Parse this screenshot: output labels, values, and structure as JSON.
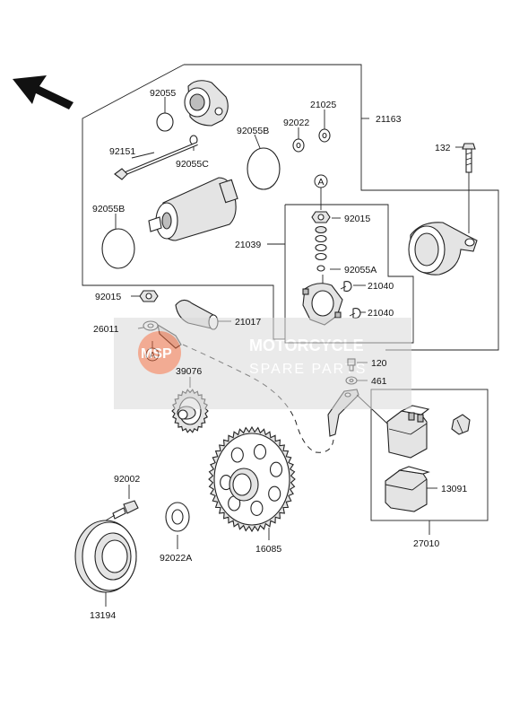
{
  "parts": {
    "p92055": "92055",
    "p21025": "21025",
    "p21163": "21163",
    "p92022": "92022",
    "p92151": "92151",
    "p92055C": "92055C",
    "p92055B_a": "92055B",
    "p92055B_b": "92055B",
    "p132": "132",
    "pA_top": "A",
    "p92015_a": "92015",
    "p21039": "21039",
    "p92055A": "92055A",
    "p21040_a": "21040",
    "p21040_b": "21040",
    "p92015_b": "92015",
    "p21017": "21017",
    "p26011": "26011",
    "pA_bottom": "A",
    "p39076": "39076",
    "p120": "120",
    "p461": "461",
    "p13091": "13091",
    "p27010": "27010",
    "p92002": "92002",
    "p92022A": "92022A",
    "p16085": "16085",
    "p13194": "13194"
  },
  "watermark": {
    "badge": "MSP",
    "line1": "MOTORCYCLE",
    "line2": "SPARE PARTS",
    "color": "#e8683c"
  },
  "icons": {
    "direction": "front-direction-arrow-icon"
  }
}
